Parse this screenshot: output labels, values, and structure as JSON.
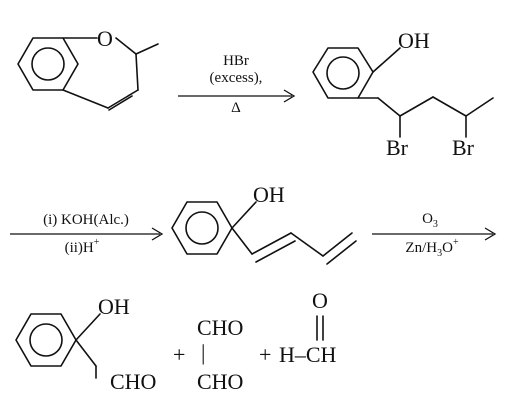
{
  "step1": {
    "reagent_line1": "HBr",
    "reagent_line2": "(excess),",
    "reagent_line3": "Δ"
  },
  "starting_material": {
    "ring_oxygen": "O"
  },
  "dibromide": {
    "hydroxyl": "OH",
    "bromine_1": "Br",
    "bromine_2": "Br"
  },
  "step2": {
    "reagent_line1": "(i) KOH(Alc.)",
    "reagent_line2": "(ii)H",
    "reagent_line2_sup": "+"
  },
  "diene": {
    "hydroxyl": "OH"
  },
  "step3": {
    "reagent_line1": "O",
    "reagent_line1_sub": "3",
    "reagent_line2_a": "Zn/H",
    "reagent_line2_sub": "3",
    "reagent_line2_b": "O",
    "reagent_line2_sup": "+"
  },
  "products": {
    "salicylaldehyde_oh": "OH",
    "salicylaldehyde_cho": "CHO",
    "plus_1": "+",
    "glyoxal_top": "CHO",
    "glyoxal_bond": "|",
    "glyoxal_bottom": "CHO",
    "plus_2": "+",
    "formaldehyde_o": "O",
    "formaldehyde_formula": "H–CH"
  }
}
